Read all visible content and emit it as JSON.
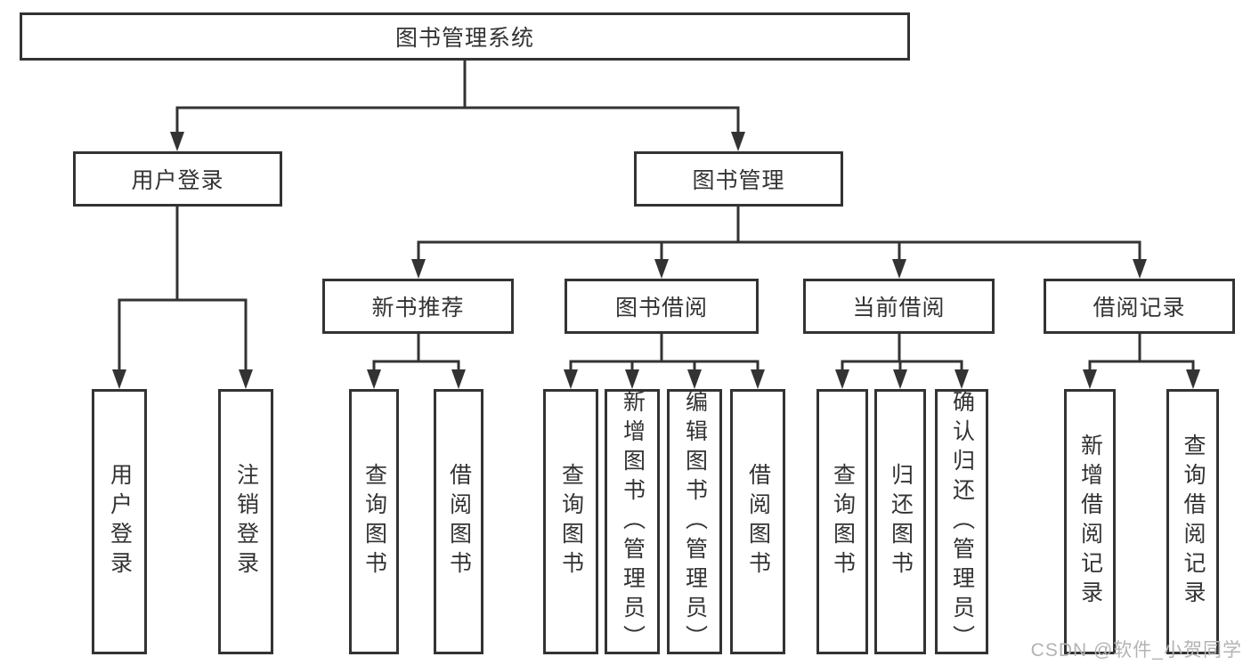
{
  "diagram": {
    "title": "图书管理系统",
    "colors": {
      "line": "#333333",
      "text": "#333333",
      "background": "#ffffff",
      "watermark": "#b3b3b3"
    },
    "nodes": {
      "root": {
        "label": "图书管理系统"
      },
      "user_login": {
        "label": "用户登录"
      },
      "book_mgmt": {
        "label": "图书管理"
      },
      "new_book_rec": {
        "label": "新书推荐"
      },
      "book_borrow": {
        "label": "图书借阅"
      },
      "current_borrow": {
        "label": "当前借阅"
      },
      "borrow_record": {
        "label": "借阅记录"
      },
      "leaf_user_login": {
        "label": "用户登录"
      },
      "leaf_logout_login": {
        "label": "注销登录"
      },
      "leaf_query_book_rec": {
        "label": "查询图书"
      },
      "leaf_borrow_book_rec": {
        "label": "借阅图书"
      },
      "leaf_query_book_borrow": {
        "label": "查询图书"
      },
      "leaf_add_book_admin": {
        "label": "新增图书（管理员）"
      },
      "leaf_edit_book_admin": {
        "label": "编辑图书（管理员）"
      },
      "leaf_borrow_book_borrow": {
        "label": "借阅图书"
      },
      "leaf_query_book_current": {
        "label": "查询图书"
      },
      "leaf_return_book": {
        "label": "归还图书"
      },
      "leaf_confirm_return_admin": {
        "label": "确认归还（管理员）"
      },
      "leaf_add_borrow_record": {
        "label": "新增借阅记录"
      },
      "leaf_query_borrow_record": {
        "label": "查询借阅记录"
      }
    }
  },
  "watermark": {
    "text": "CSDN @软件_小贺同学"
  }
}
